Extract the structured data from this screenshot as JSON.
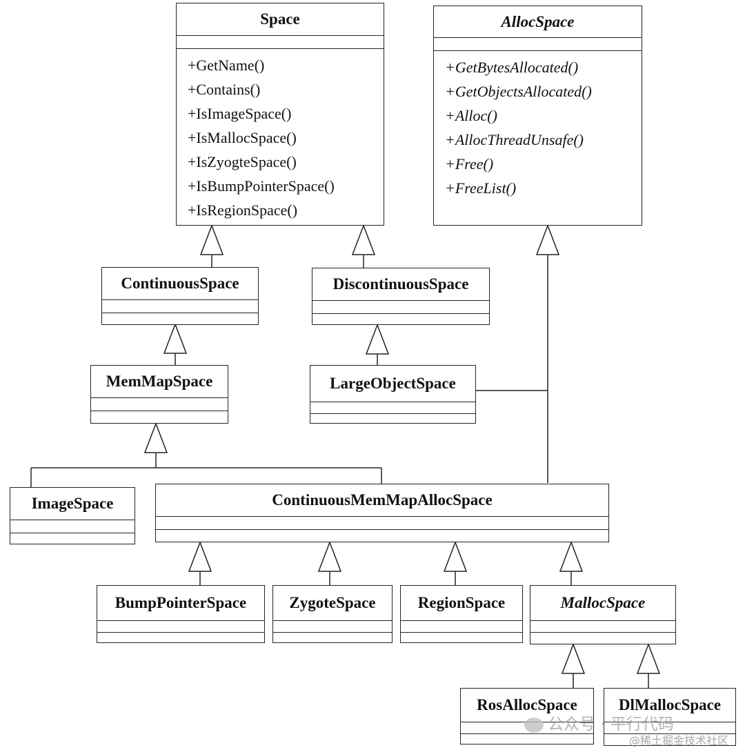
{
  "classes": {
    "space": {
      "name": "Space",
      "methods": [
        "+GetName()",
        "+Contains()",
        "+IsImageSpace()",
        "+IsMallocSpace()",
        "+IsZyogteSpace()",
        "+IsBumpPointerSpace()",
        "+IsRegionSpace()"
      ]
    },
    "alloc_space": {
      "name": "AllocSpace",
      "methods": [
        "+GetBytesAllocated()",
        "+GetObjectsAllocated()",
        "+Alloc()",
        "+AllocThreadUnsafe()",
        "+Free()",
        "+FreeList()"
      ]
    },
    "continuous_space": {
      "name": "ContinuousSpace"
    },
    "discontinuous_space": {
      "name": "DiscontinuousSpace"
    },
    "mem_map_space": {
      "name": "MemMapSpace"
    },
    "large_object_space": {
      "name": "LargeObjectSpace"
    },
    "image_space": {
      "name": "ImageSpace"
    },
    "continuous_mem_map_alloc_space": {
      "name": "ContinuousMemMapAllocSpace"
    },
    "bump_pointer_space": {
      "name": "BumpPointerSpace"
    },
    "zygote_space": {
      "name": "ZygoteSpace"
    },
    "region_space": {
      "name": "RegionSpace"
    },
    "malloc_space": {
      "name": "MallocSpace"
    },
    "ros_alloc_space": {
      "name": "RosAllocSpace"
    },
    "dl_malloc_space": {
      "name": "DlMallocSpace"
    }
  },
  "watermark": {
    "wechat": "公众号 · 平行代码",
    "juejin": "@稀土掘金技术社区"
  }
}
